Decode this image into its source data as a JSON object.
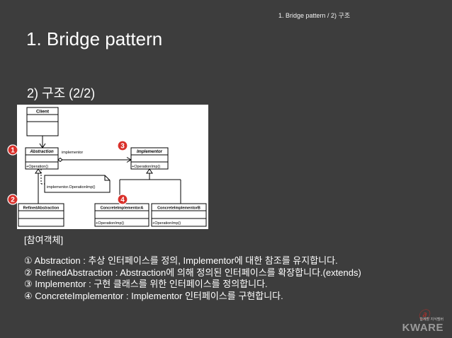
{
  "header": {
    "crumb": "1. Bridge pattern / 2) 구조"
  },
  "slide": {
    "title": "1. Bridge pattern",
    "subtitle": "2) 구조 (2/2)"
  },
  "diagram": {
    "classes": {
      "client": "Client",
      "abstraction": "Abstraction",
      "abstraction_op": "+Operation()",
      "implementor": "Implementor",
      "implementor_op": "+OperationImp()",
      "refined": "RefinedAbstraction",
      "concrete_a": "ConcreteImplementorA",
      "concrete_a_op": "+OperationImp()",
      "concrete_b": "ConcreteImplementorB",
      "concrete_b_op": "+OperationImp()"
    },
    "assoc_label": "implementor",
    "note": "implementor.OperationImp()",
    "markers": [
      "1",
      "2",
      "3",
      "4"
    ],
    "marker_color": "#d9302a"
  },
  "participants": {
    "caption": "[참여객체]",
    "items": [
      "① Abstraction : 추상 인터페이스를 정의, Implementor에 대한 참조를 유지합니다.",
      "② RefinedAbstraction : Abstraction에 의해 정의된 인터페이스를 확장합니다.(extends)",
      "③ Implementor : 구현 클래스를 위한 인터페이스를 정의합니다.",
      "④ ConcreteImplementor : Implementor 인터페이스를 구현합니다."
    ]
  },
  "logo": {
    "mark": "ⓐ",
    "sub": "함께할 지식멤버",
    "brand": "KWARE"
  }
}
